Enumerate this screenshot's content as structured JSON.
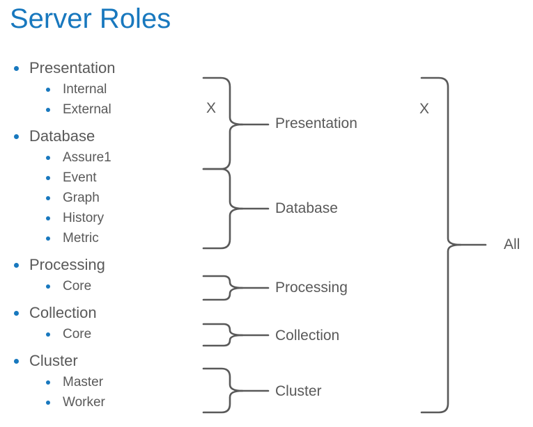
{
  "slide": {
    "title": "Server Roles"
  },
  "colors": {
    "accent_blue": "#1878BE",
    "text_gray": "#595959",
    "line_gray": "#595959",
    "background": "#FFFFFF"
  },
  "outline": {
    "items": [
      {
        "label": "Presentation",
        "children": [
          "Internal",
          "External"
        ]
      },
      {
        "label": "Database",
        "children": [
          "Assure1",
          "Event",
          "Graph",
          "History",
          "Metric"
        ]
      },
      {
        "label": "Processing",
        "children": [
          "Core"
        ]
      },
      {
        "label": "Collection",
        "children": [
          "Core"
        ]
      },
      {
        "label": "Cluster",
        "children": [
          "Master",
          "Worker"
        ]
      }
    ]
  },
  "diagram": {
    "left_x_marker": "X",
    "right_x_marker": "X",
    "braces": [
      {
        "label": "Presentation"
      },
      {
        "label": "Database"
      },
      {
        "label": "Processing"
      },
      {
        "label": "Collection"
      },
      {
        "label": "Cluster"
      }
    ],
    "all_brace": {
      "label": "All"
    }
  }
}
